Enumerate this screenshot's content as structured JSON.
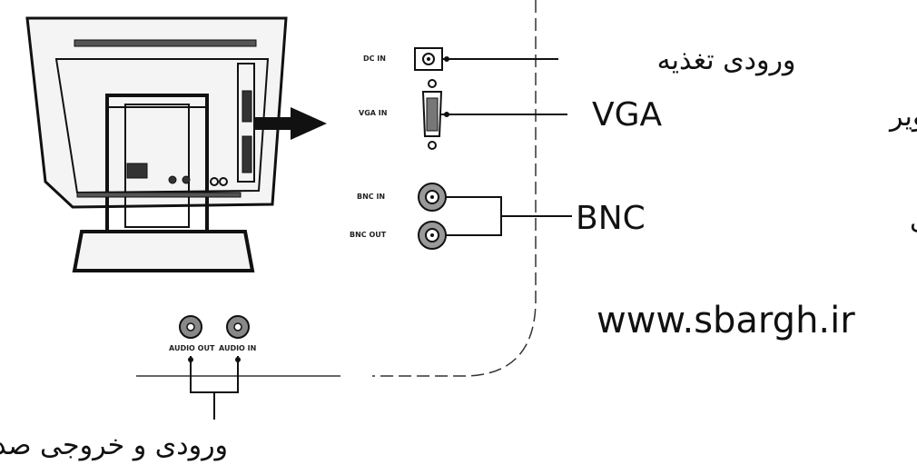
{
  "ports": {
    "dc_in": "DC IN",
    "vga_in": "VGA IN",
    "bnc_in": "BNC IN",
    "bnc_out": "BNC OUT",
    "audio_out": "AUDIO OUT",
    "audio_in": "AUDIO IN"
  },
  "callouts": {
    "power_input": "ورودی تغذیه",
    "vga_prefix": "ورودی تصویر",
    "vga_suffix": "VGA",
    "bnc_prefix": "ورودی و خروجی ",
    "bnc_suffix": "BNC",
    "audio": "ورودی و خروجی صدا"
  },
  "website": "www.sbargh.ir",
  "colors": {
    "ink": "#111111",
    "monitor_fill": "#f4f4f4",
    "background": "#ffffff"
  }
}
